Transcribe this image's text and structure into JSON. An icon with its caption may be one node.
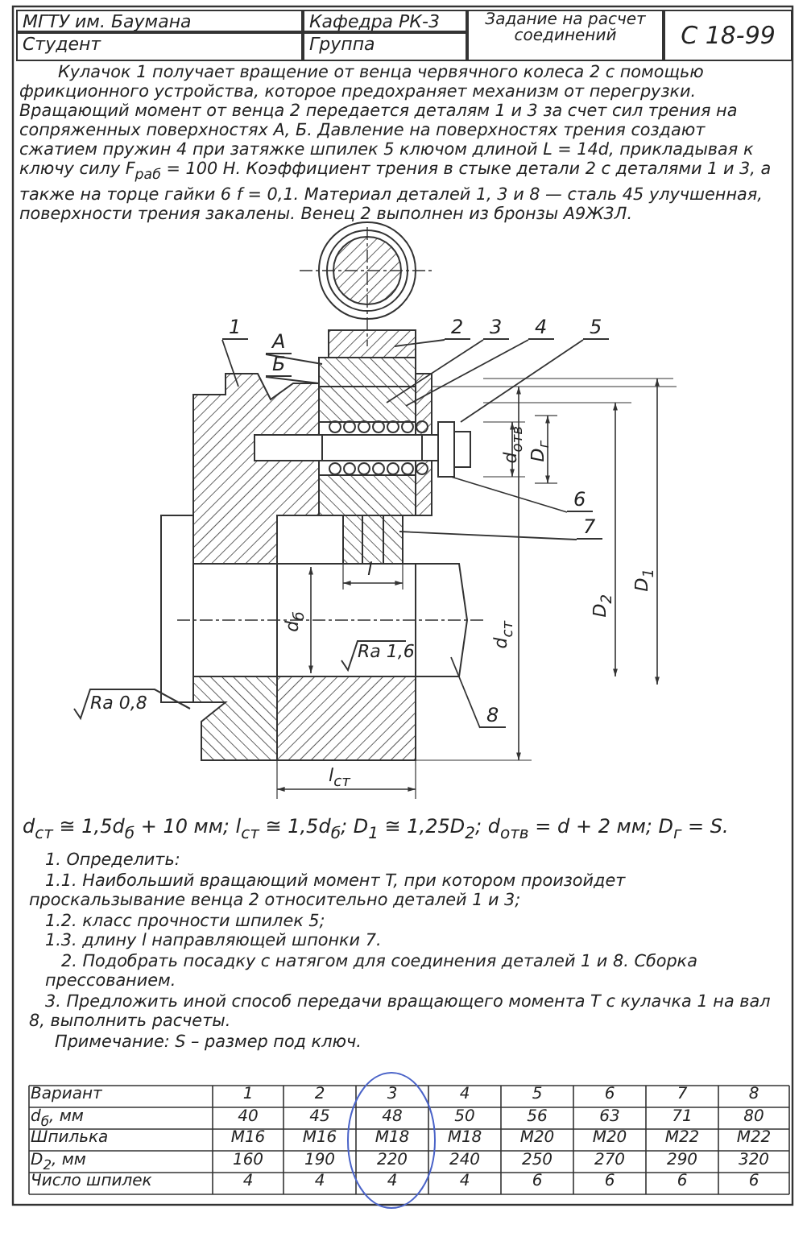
{
  "diagram": {
    "nodes": [
      {
        "text": [
          "1"
        ]
      },
      {
        "text": [
          "А"
        ]
      },
      {
        "text": [
          "Б"
        ]
      },
      {
        "text": [
          "2"
        ]
      },
      {
        "text": [
          "3"
        ]
      },
      {
        "text": [
          "4"
        ]
      },
      {
        "text": [
          "5"
        ]
      },
      {
        "text": [
          "6"
        ]
      },
      {
        "text": [
          "7"
        ]
      },
      {
        "text": [
          "8"
        ]
      }
    ],
    "edges": [
      {
        "from": 0,
        "to": null,
        "arrow": "none"
      },
      {
        "from": 1,
        "to": null,
        "arrow": "none"
      },
      {
        "from": 2,
        "to": null,
        "arrow": "none"
      },
      {
        "from": 3,
        "to": null,
        "arrow": "none"
      },
      {
        "from": 4,
        "to": null,
        "arrow": "none"
      },
      {
        "from": 5,
        "to": null,
        "arrow": "none"
      },
      {
        "from": 6,
        "to": null,
        "arrow": "none"
      },
      {
        "from": 7,
        "to": null,
        "arrow": "none"
      },
      {
        "from": 8,
        "to": null,
        "arrow": "none"
      },
      {
        "from": 9,
        "to": null,
        "arrow": "none"
      }
    ],
    "labels": [
      "МГТУ им. Баумана",
      "Кафедра РК-3",
      "Задание на расчет соединений",
      "С 18-99",
      "Студент",
      "Группа",
      "Кулачок 1 получает вращение от венца червячного колеса 2 с помощью фрикционного устройства, которое предохраняет механизм от перегрузки. Вращающий момент от венца 2 передается деталям 1 и 3 за счет сил трения на сопряженных поверхностях А, Б. Давление на поверхностях трения создают сжатием пружин 4 при затяжке шпилек 5 ключом длиной L = 14d, прикладывая к ключу силу F$_{раб}$ = 100 Н. Коэффициент трения в стыке детали 2 с деталями 1 и 3, а также на торце гайки 6 f = 0,1. Материал деталей 1, 3 и 8 — сталь 45 улучшенная, поверхности трения закалены. Венец 2 выполнен из бронзы А9Ж3Л.",
      "d$_{отв}$",
      "D$_{г}$",
      "l",
      "d$_{ст}$",
      "D$_{2}$",
      "D$_{1}$",
      "d$_{б}$",
      "Ra 1,6",
      "Ra 0,8",
      "l$_{ст}$",
      "d$_{ст}$ ≅ 1,5d$_{б}$ + 10 мм;  l$_{ст}$ ≅ 1,5d$_{б}$;  D$_{1}$ ≅ 1,25D$_{2}$;  d$_{отв}$ = d + 2 мм;  D$_{г}$ = S.",
      "1. Определить:",
      "1.1. Наибольший вращающий момент T, при котором произойдет проскальзывание венца 2 относительно деталей 1 и 3;",
      "1.2. класс прочности шпилек 5;",
      "1.3. длину l направляющей шпонки 7.",
      "2. Подобрать посадку с натягом для соединения деталей 1 и 8. Сборка прессованием.",
      "3. Предложить иной способ передачи вращающего момента T с кулачка 1 на вал 8, выполнить расчеты.",
      "Примечание: S – размер под ключ.",
      "Вариант",
      "1",
      "2",
      "3",
      "4",
      "5",
      "6",
      "7",
      "8",
      "d$_{б}$, мм",
      "40",
      "45",
      "48",
      "50",
      "56",
      "63",
      "71",
      "80",
      "Шпилька",
      "M16",
      "M16",
      "M18",
      "M18",
      "M20",
      "M20",
      "M22",
      "M22",
      "D$_{2}$, мм",
      "160",
      "190",
      "220",
      "240",
      "250",
      "270",
      "290",
      "320",
      "Число шпилек",
      "4",
      "4",
      "4",
      "4",
      "6",
      "6",
      "6",
      "6"
    ]
  }
}
